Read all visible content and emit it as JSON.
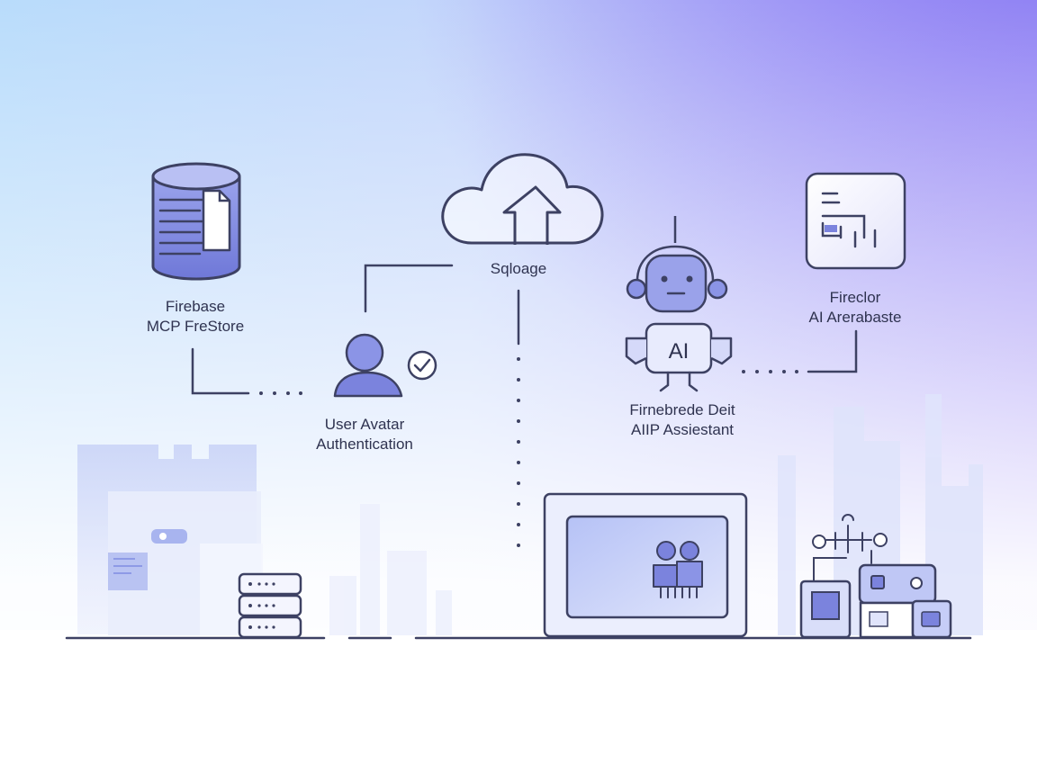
{
  "colors": {
    "stroke": "#3d4163",
    "accent": "#7b83dd",
    "accent_light": "#c9cdf5",
    "bg_top_left": "#b9dcfb",
    "bg_top_right": "#9a8cf6"
  },
  "nodes": {
    "firestore": {
      "icon": "database-icon",
      "line1": "Firebase",
      "line2": "MCP FreStore"
    },
    "storage": {
      "icon": "cloud-upload-icon",
      "label": "Sqloage"
    },
    "auth": {
      "icon": "user-avatar-icon",
      "line1": "User Avatar",
      "line2": "Authentication"
    },
    "assistant": {
      "icon": "robot-icon",
      "badge": "AI",
      "line1": "Firnebrede Deit",
      "line2": "AIIP Assiestant"
    },
    "analytics": {
      "icon": "analytics-panel-icon",
      "line1": "Fireclor",
      "line2": "AI Arerabaste"
    }
  },
  "scene": {
    "server_icon": "server-stack-icon",
    "device_icon": "monitor-users-icon",
    "hardware_icon": "hardware-devices-icon"
  }
}
